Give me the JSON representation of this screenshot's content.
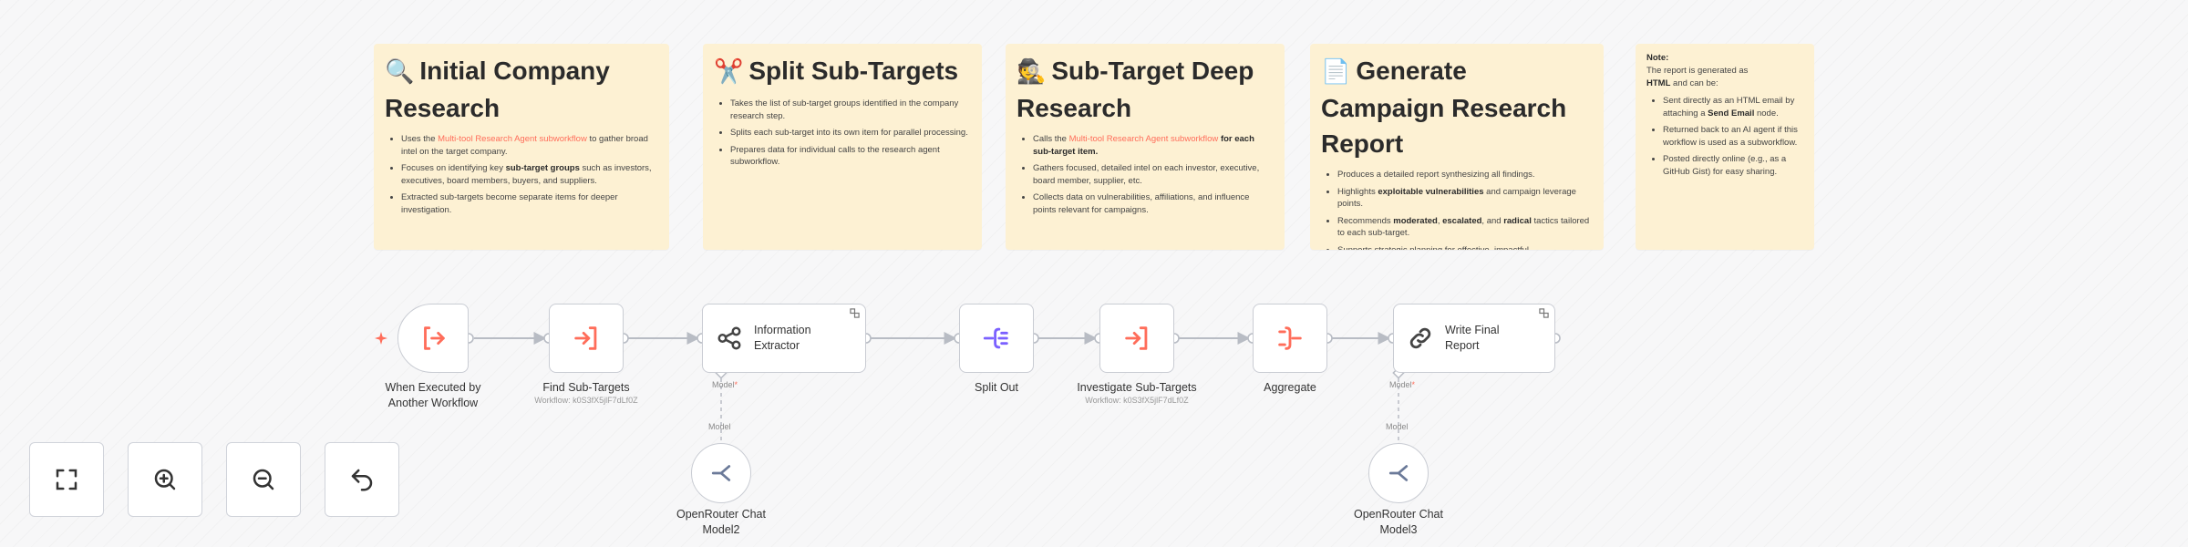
{
  "sticky_notes": [
    {
      "emoji": "🔍",
      "title": "Initial Company Research",
      "bullets": [
        [
          "Uses the ",
          {
            "hl": "Multi-tool Research Agent subworkflow"
          },
          " to gather broad intel on the target company."
        ],
        [
          "Focuses on identifying key ",
          {
            "b": "sub-target groups"
          },
          " such as investors, executives, board members, buyers, and suppliers."
        ],
        [
          "Extracted sub-targets become separate items for deeper investigation."
        ]
      ]
    },
    {
      "emoji": "✂️",
      "title": "Split Sub-Targets",
      "bullets": [
        [
          "Takes the list of sub-target groups identified in the company research step."
        ],
        [
          "Splits each sub-target into its own item for parallel processing."
        ],
        [
          "Prepares data for individual calls to the research agent subworkflow."
        ]
      ]
    },
    {
      "emoji": "🕵️",
      "title": "Sub-Target Deep Research",
      "bullets": [
        [
          "Calls the ",
          {
            "hl": "Multi-tool Research Agent subworkflow"
          },
          " ",
          {
            "b": "for each sub-target item."
          }
        ],
        [
          "Gathers focused, detailed intel on each investor, executive, board member, supplier, etc."
        ],
        [
          "Collects data on vulnerabilities, affiliations, and influence points relevant for campaigns."
        ]
      ]
    },
    {
      "emoji": "📄",
      "title": "Generate Campaign Research Report",
      "bullets": [
        [
          "Produces a detailed report synthesizing all findings."
        ],
        [
          "Highlights ",
          {
            "b": "exploitable vulnerabilities"
          },
          " and campaign leverage points."
        ],
        [
          "Recommends ",
          {
            "b": "moderated"
          },
          ", ",
          {
            "b": "escalated"
          },
          ", and ",
          {
            "b": "radical"
          },
          " tactics tailored to each sub-target."
        ],
        [
          "Supports strategic planning for effective, impactful"
        ]
      ]
    }
  ],
  "note": {
    "heading": "Note:",
    "intro": [
      [
        "The report is generated as "
      ],
      [
        {
          "b": "HTML"
        },
        " and can be:"
      ]
    ],
    "bullets": [
      [
        "Sent directly as an HTML email by attaching a ",
        {
          "b": "Send Email"
        },
        " node."
      ],
      [
        "Returned back to an AI agent if this workflow is used as a subworkflow."
      ],
      [
        "Posted directly online (e.g., as a GitHub Gist) for easy sharing."
      ]
    ]
  },
  "nodes": {
    "trigger": {
      "label": "When Executed by\nAnother Workflow"
    },
    "find": {
      "label": "Find Sub-Targets",
      "sub": "Workflow: k0S3fX5jlF7dLf0Z"
    },
    "extractor": {
      "label": "Information\nExtractor",
      "port": "Model"
    },
    "split": {
      "label": "Split Out"
    },
    "investigate": {
      "label": "Investigate Sub-Targets",
      "sub": "Workflow: k0S3fX5jlF7dLf0Z"
    },
    "aggregate": {
      "label": "Aggregate"
    },
    "write": {
      "label": "Write Final\nReport",
      "port": "Model"
    },
    "model2": {
      "label": "OpenRouter Chat\nModel2",
      "port": "Model"
    },
    "model3": {
      "label": "OpenRouter Chat\nModel3",
      "port": "Model"
    }
  },
  "required_mark": "*",
  "controls": [
    {
      "icon": "fit-view-icon"
    },
    {
      "icon": "zoom-in-icon"
    },
    {
      "icon": "zoom-out-icon"
    },
    {
      "icon": "reset-icon"
    }
  ],
  "colors": {
    "accent": "#ff6d5a",
    "sticky": "#fdf1d3",
    "split_purple": "#7b61ff",
    "node_border": "#c9ccd3",
    "wire": "#b8bcc4"
  }
}
